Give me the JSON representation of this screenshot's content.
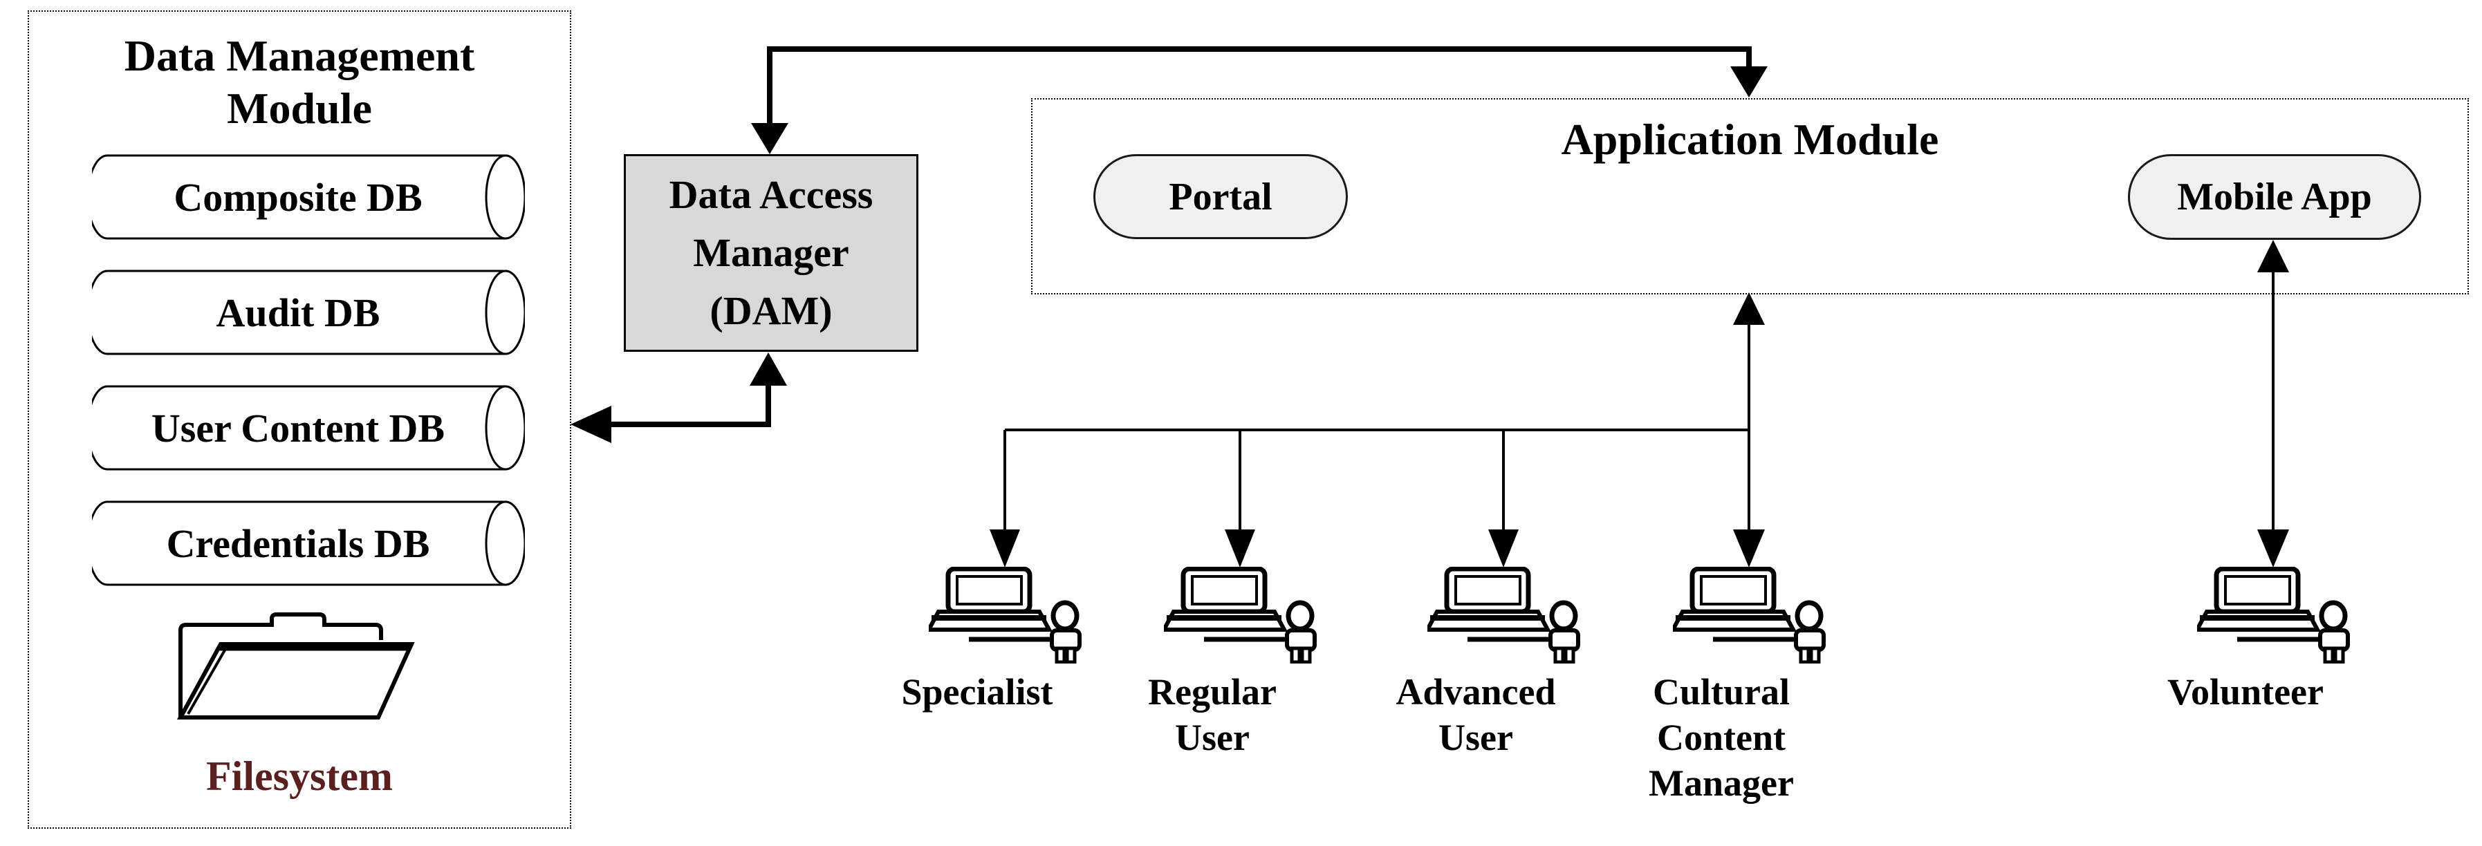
{
  "diagram": {
    "background": "#ffffff",
    "line_color": "#000000"
  },
  "data_management_module": {
    "title": "Data Management Module",
    "databases": [
      "Composite DB",
      "Audit DB",
      "User Content DB",
      "Credentials DB"
    ],
    "filesystem_label": "Filesystem",
    "filesystem_color": "#5a1f1f",
    "folder_icon": "open-folder-icon"
  },
  "dam": {
    "lines": [
      "Data Access",
      "Manager",
      "(DAM)"
    ],
    "fill": "#d8d8d8"
  },
  "application_module": {
    "title": "Application Module",
    "pill_fill": "#f0f0f0",
    "components": [
      {
        "label": "Portal"
      },
      {
        "label": "Mobile App"
      }
    ]
  },
  "users": [
    {
      "name": "Specialist",
      "icon": "workstation-user-icon",
      "lines": [
        "Specialist"
      ]
    },
    {
      "name": "Regular User",
      "icon": "workstation-user-icon",
      "lines": [
        "Regular",
        "User"
      ]
    },
    {
      "name": "Advanced User",
      "icon": "workstation-user-icon",
      "lines": [
        "Advanced",
        "User"
      ]
    },
    {
      "name": "Cultural Content Manager",
      "icon": "workstation-user-icon",
      "lines": [
        "Cultural",
        "Content",
        "Manager"
      ]
    },
    {
      "name": "Volunteer",
      "icon": "workstation-user-icon",
      "lines": [
        "Volunteer"
      ]
    }
  ],
  "connections": [
    {
      "from": "Data Access Manager (DAM)",
      "to": "Application Module",
      "arrows": "both-ends-down"
    },
    {
      "from": "Data Access Manager (DAM)",
      "to": "Data Management Module",
      "arrows": "double-headed"
    },
    {
      "from": "Application Module",
      "to": "Specialist, Regular User, Advanced User, Cultural Content Manager",
      "arrows": "double-headed bus"
    },
    {
      "from": "Mobile App",
      "to": "Volunteer",
      "arrows": "double-headed"
    }
  ]
}
